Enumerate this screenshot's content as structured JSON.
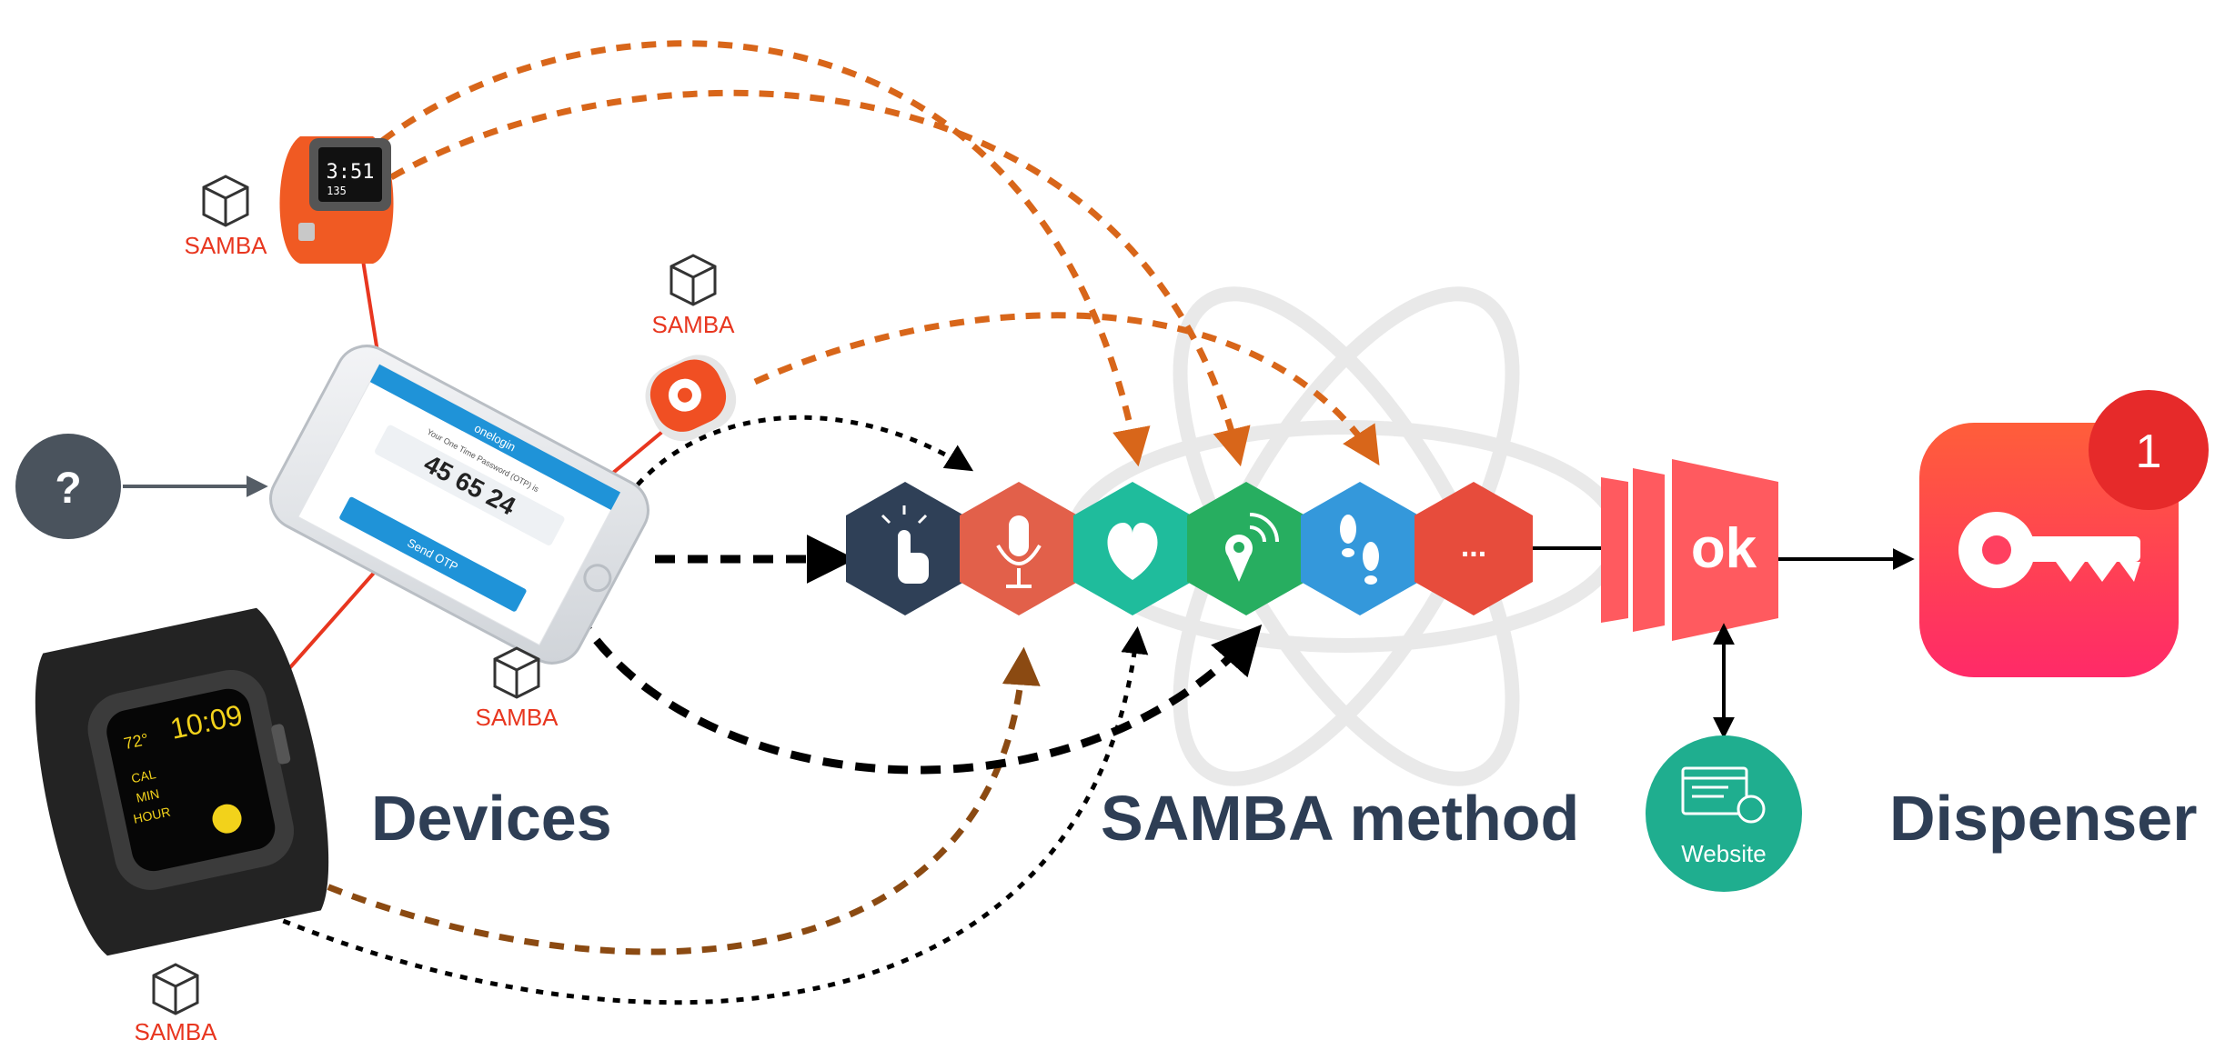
{
  "diagram": {
    "sections": {
      "devices": "Devices",
      "method": "SAMBA method",
      "dispenser": "Dispenser"
    },
    "package_label": "SAMBA",
    "question_mark": "?",
    "phone": {
      "brand": "onelogin",
      "header": "Your One Time Password (OTP) is",
      "otp": "45 65 24",
      "send_button": "Send OTP"
    },
    "fitbit": {
      "time": "3:51",
      "stat": "135"
    },
    "watch": {
      "time": "10:09",
      "temp": "72°",
      "cal": "CAL",
      "min": "MIN",
      "hour": "HOUR"
    },
    "method_icons": [
      "touch-icon",
      "microphone-icon",
      "heart-icon",
      "location-icon",
      "footsteps-icon",
      "more-icon"
    ],
    "more_label": "...",
    "ok_label": "ok",
    "website_label": "Website",
    "badge_count": "1",
    "colors": {
      "orange_dash": "#d8661a",
      "brown_dash": "#8b4a12",
      "red_line": "#e8361f",
      "hex": [
        "#2f4057",
        "#e2604a",
        "#1fbc9c",
        "#27ae60",
        "#3498db",
        "#e74c3c"
      ],
      "dispenser": "#ff3b52",
      "website": "#1fae8f"
    }
  }
}
